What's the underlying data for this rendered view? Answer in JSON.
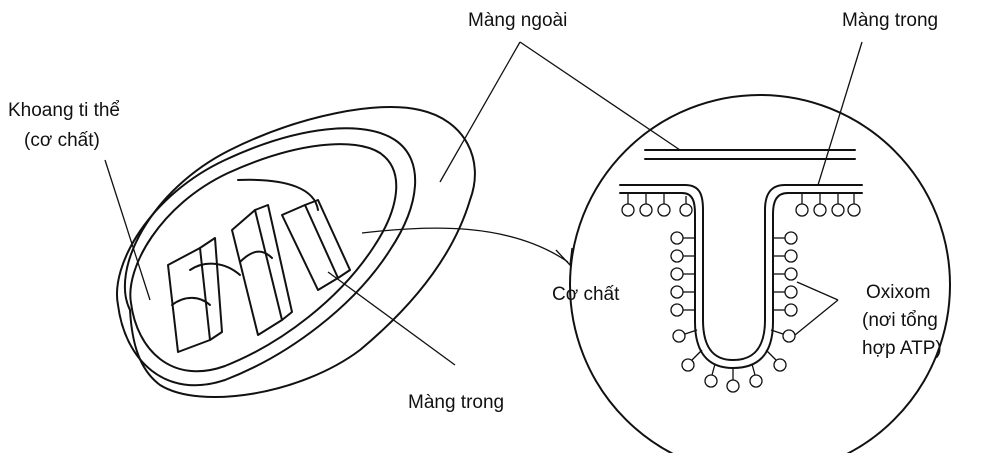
{
  "labels": {
    "outer_membrane": "Màng ngoài",
    "inner_membrane_zoom": "Màng trong",
    "matrix_line1": "Khoang ti thể",
    "matrix_line2": "(cơ chất)",
    "inner_membrane_main": "Màng trong",
    "matrix_zoom": "Cơ chất",
    "oxysome_line1": "Oxixom",
    "oxysome_line2": "(nơi tổng",
    "oxysome_line3": "hợp ATP)"
  },
  "colors": {
    "ink": "#111111",
    "background": "#ffffff"
  }
}
